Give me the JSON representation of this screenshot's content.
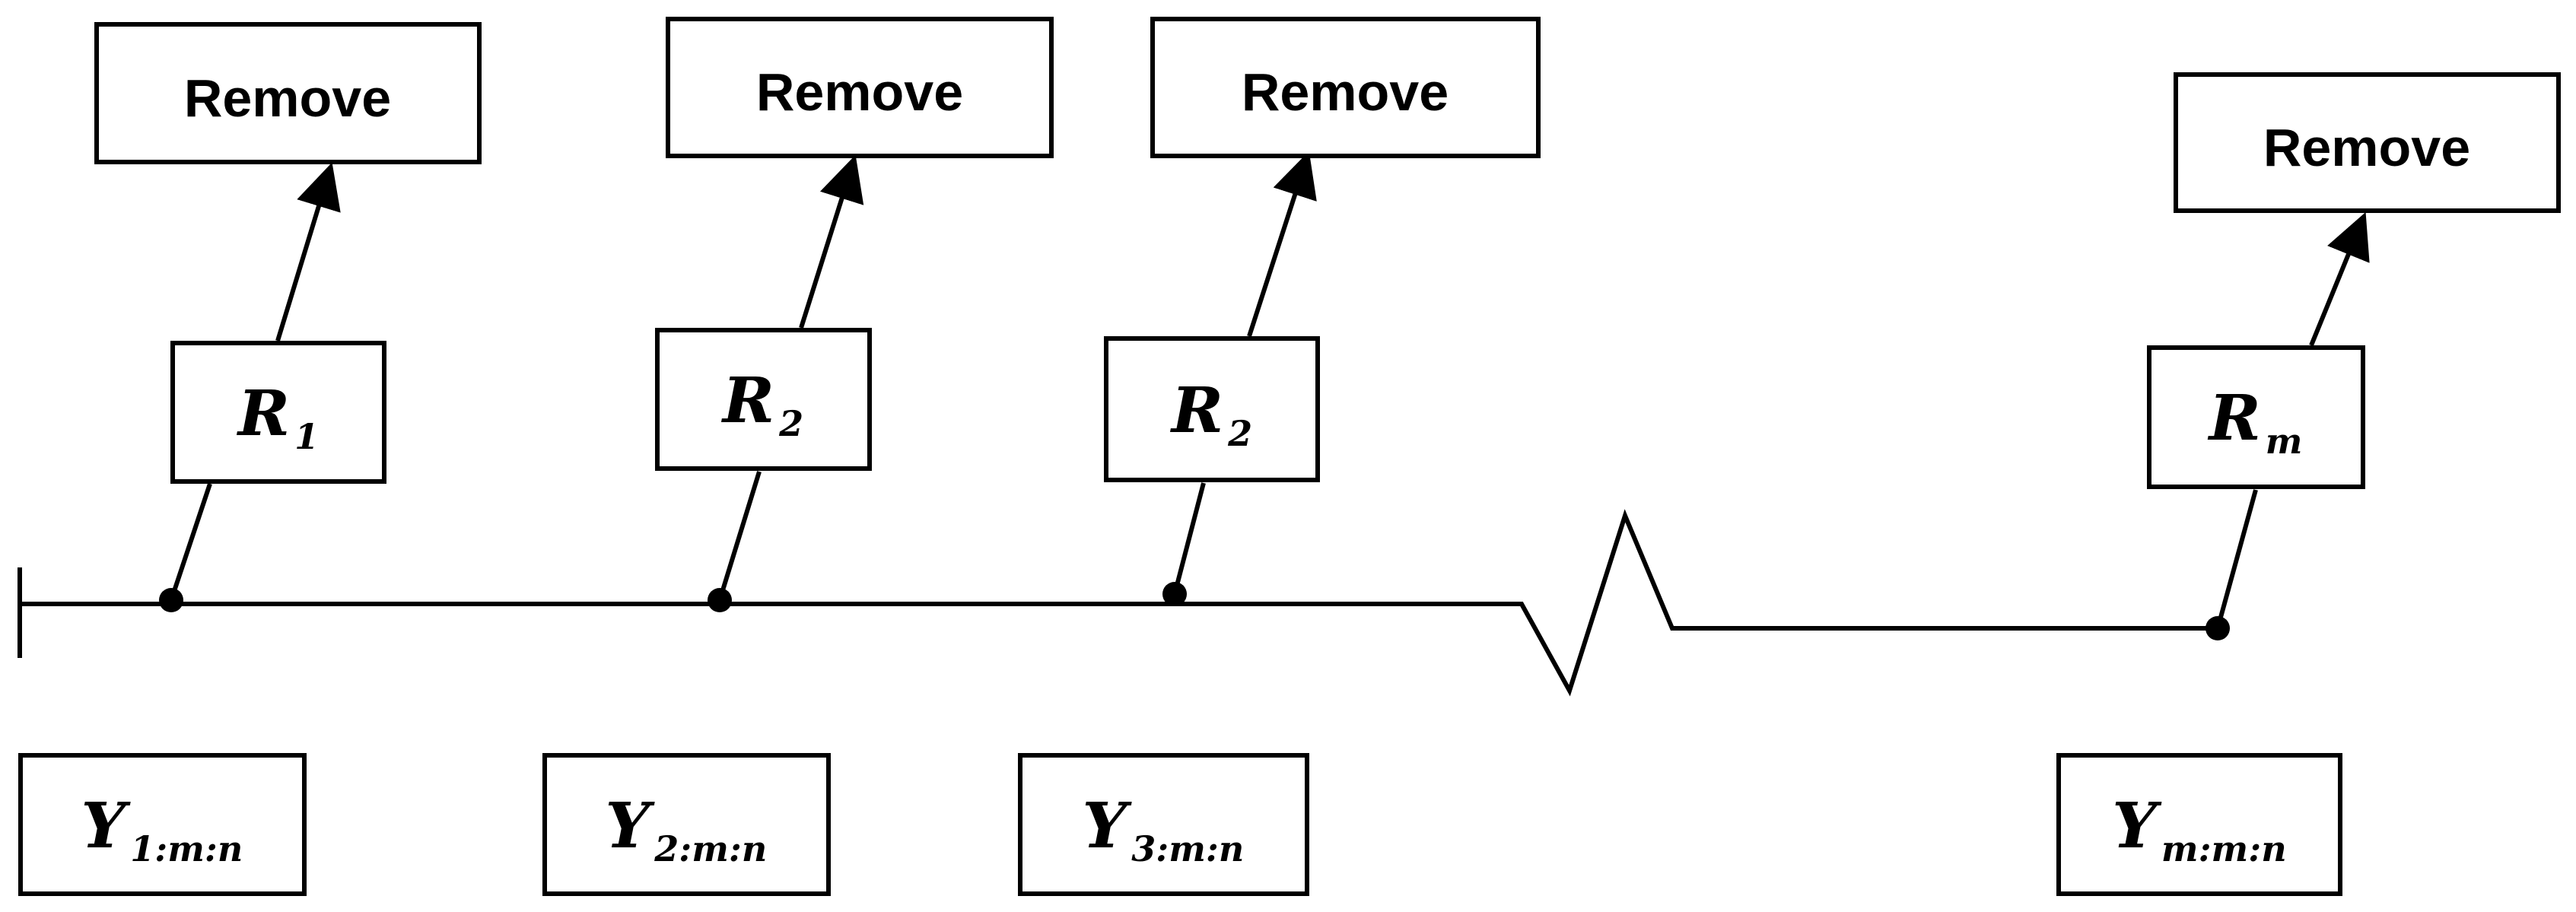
{
  "remove_boxes": [
    {
      "label": "Remove"
    },
    {
      "label": "Remove"
    },
    {
      "label": "Remove"
    },
    {
      "label": "Remove"
    }
  ],
  "r_boxes": [
    {
      "symbol": "R",
      "subscript": "1"
    },
    {
      "symbol": "R",
      "subscript": "2"
    },
    {
      "symbol": "R",
      "subscript": "2"
    },
    {
      "symbol": "R",
      "subscript": "m"
    }
  ],
  "y_boxes": [
    {
      "symbol": "Y",
      "subscript": "1:m:n"
    },
    {
      "symbol": "Y",
      "subscript": "2:m:n"
    },
    {
      "symbol": "Y",
      "subscript": "3:m:n"
    },
    {
      "symbol": "Y",
      "subscript": "m:m:n"
    }
  ],
  "colors": {
    "stroke": "#000000",
    "background": "#ffffff"
  }
}
